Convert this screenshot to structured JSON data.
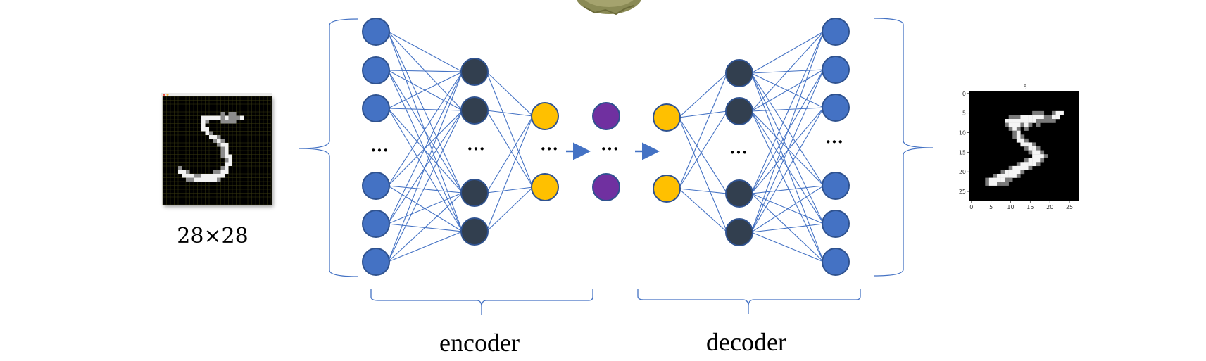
{
  "input_image": {
    "caption": "28×28",
    "description": "handwritten digit 5 on dark pixel grid",
    "grid_size": 28
  },
  "output_plot": {
    "title": "5",
    "xticks": [
      "0",
      "5",
      "10",
      "15",
      "20",
      "25"
    ],
    "yticks": [
      "0",
      "5",
      "10",
      "15",
      "20",
      "25"
    ],
    "description": "reconstructed digit 5 grayscale plot"
  },
  "layers": [
    {
      "name": "input",
      "role": "encoder",
      "color": "#4472c4",
      "nodes_top": 3,
      "nodes_bottom": 3,
      "ellipsis": "···"
    },
    {
      "name": "hidden1",
      "role": "encoder",
      "color": "#323f4f",
      "nodes_top": 2,
      "nodes_bottom": 2,
      "ellipsis": "···"
    },
    {
      "name": "hidden2",
      "role": "encoder",
      "color": "#ffc000",
      "nodes_top": 1,
      "nodes_bottom": 1,
      "ellipsis": "···"
    },
    {
      "name": "latent",
      "role": "code",
      "color": "#7030a0",
      "nodes_top": 1,
      "nodes_bottom": 1,
      "ellipsis": "···"
    },
    {
      "name": "hidden3",
      "role": "decoder",
      "color": "#ffc000",
      "nodes_top": 1,
      "nodes_bottom": 1,
      "ellipsis": ""
    },
    {
      "name": "hidden4",
      "role": "decoder",
      "color": "#323f4f",
      "nodes_top": 2,
      "nodes_bottom": 2,
      "ellipsis": "···"
    },
    {
      "name": "output",
      "role": "decoder",
      "color": "#4472c4",
      "nodes_top": 3,
      "nodes_bottom": 3,
      "ellipsis": "···"
    }
  ],
  "labels": {
    "encoder": "encoder",
    "decoder": "decoder"
  },
  "colors": {
    "edge": "#4472c4",
    "node_outline": "#2f528f",
    "blue_node": "#4472c4",
    "dark_node": "#323f4f",
    "yellow_node": "#ffc000",
    "purple_node": "#7030a0"
  }
}
